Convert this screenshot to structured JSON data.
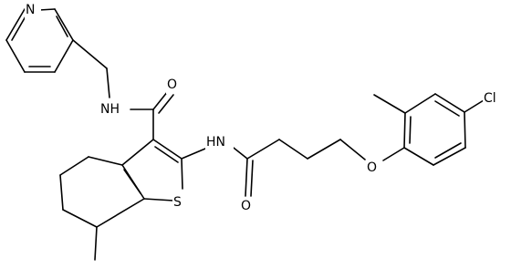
{
  "atoms": {
    "N_pyridine": "N",
    "NH_amide": "NH",
    "O_amide_carbonyl": "O",
    "HN_linker": "HN",
    "S_thiophene": "S",
    "O_butanoyl_carbonyl": "O",
    "O_ether": "O",
    "Cl": "Cl"
  }
}
